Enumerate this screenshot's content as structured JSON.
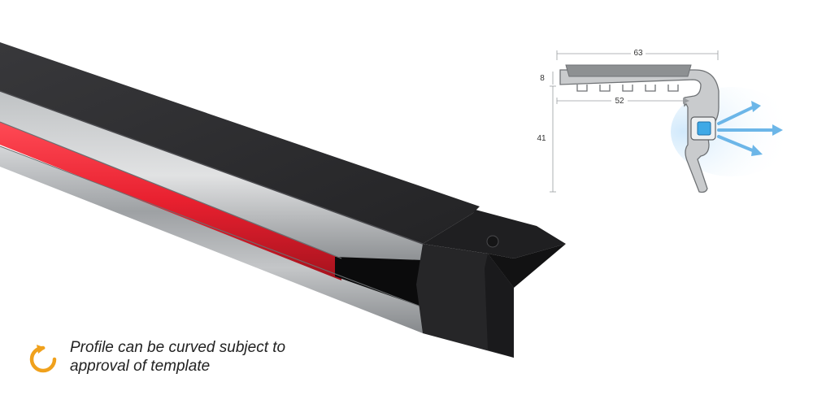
{
  "colors": {
    "accent_orange": "#f0a11c",
    "led_red": "#e8202f",
    "tread_black": "#2b2b2d",
    "aluminium": "#a8abad",
    "light_blue": "#4aa6e0"
  },
  "icons": {
    "curve": "circular-arrow-icon"
  },
  "caption": {
    "line1": "Profile can be curved subject to",
    "line2": "approval of template"
  },
  "diagram": {
    "dim_width_top": "63",
    "dim_height_tread": "8",
    "dim_width_inner": "52",
    "dim_height_total": "41"
  }
}
